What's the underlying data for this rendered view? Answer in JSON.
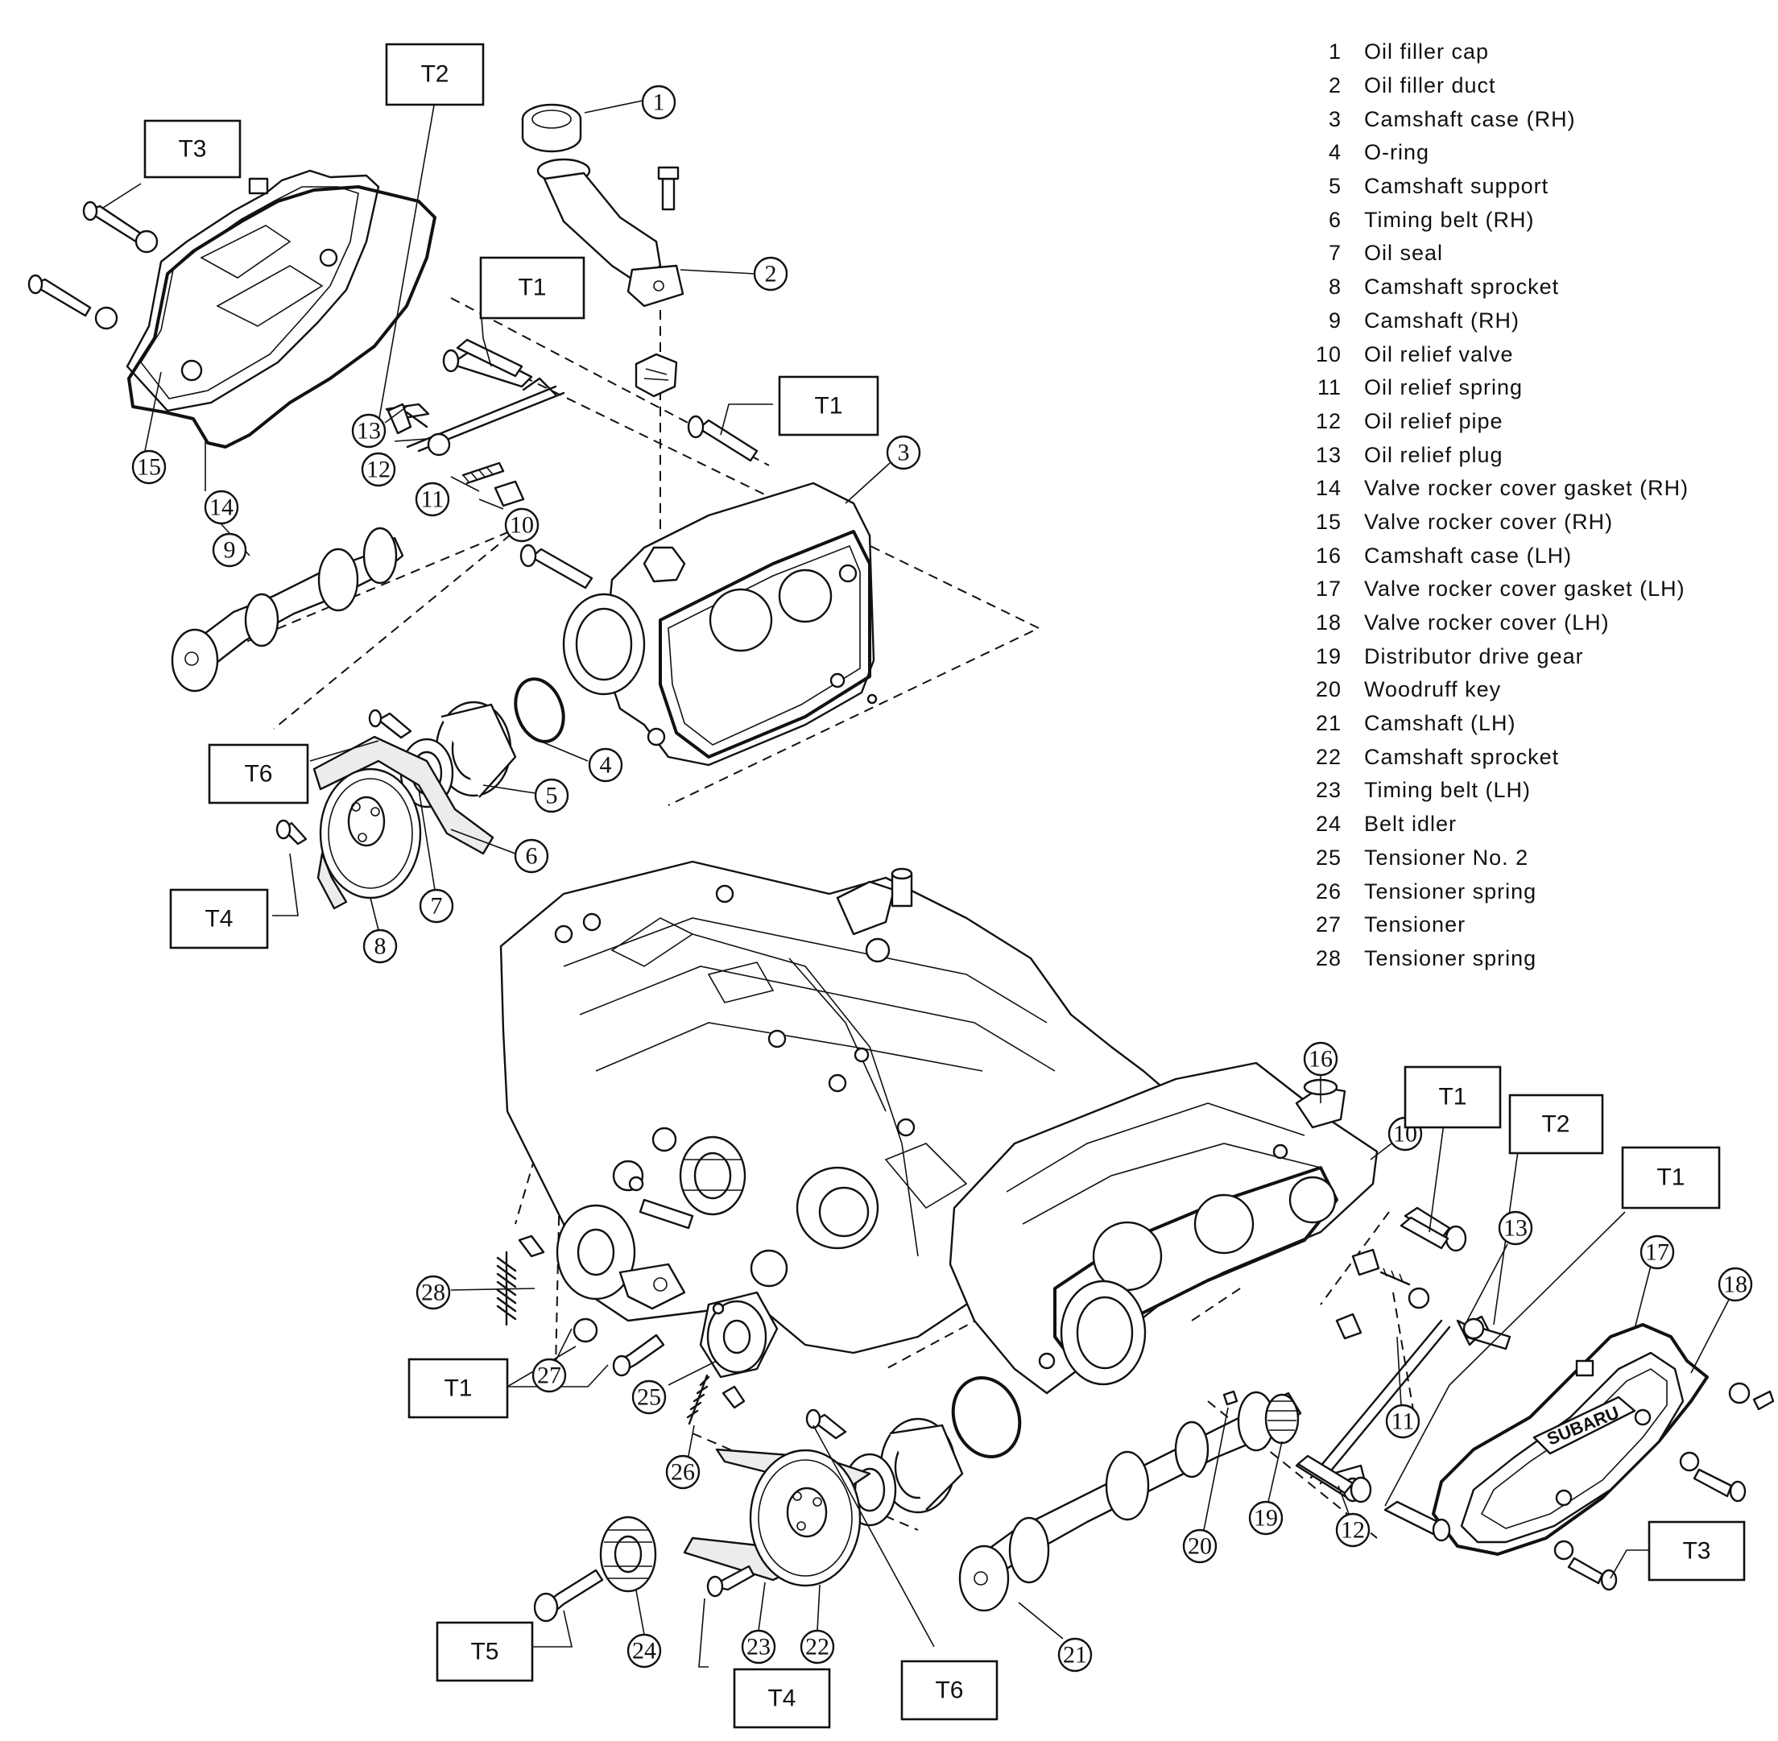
{
  "legend": [
    {
      "num": "1",
      "name": "Oil filler cap"
    },
    {
      "num": "2",
      "name": "Oil filler duct"
    },
    {
      "num": "3",
      "name": "Camshaft case (RH)"
    },
    {
      "num": "4",
      "name": "O-ring"
    },
    {
      "num": "5",
      "name": "Camshaft support"
    },
    {
      "num": "6",
      "name": "Timing belt (RH)"
    },
    {
      "num": "7",
      "name": "Oil seal"
    },
    {
      "num": "8",
      "name": "Camshaft sprocket"
    },
    {
      "num": "9",
      "name": "Camshaft (RH)"
    },
    {
      "num": "10",
      "name": "Oil relief valve"
    },
    {
      "num": "11",
      "name": "Oil relief spring"
    },
    {
      "num": "12",
      "name": "Oil relief pipe"
    },
    {
      "num": "13",
      "name": "Oil relief plug"
    },
    {
      "num": "14",
      "name": "Valve rocker cover gasket (RH)"
    },
    {
      "num": "15",
      "name": "Valve rocker cover (RH)"
    },
    {
      "num": "16",
      "name": "Camshaft case (LH)"
    },
    {
      "num": "17",
      "name": "Valve rocker cover gasket (LH)"
    },
    {
      "num": "18",
      "name": "Valve rocker cover (LH)"
    },
    {
      "num": "19",
      "name": "Distributor drive gear"
    },
    {
      "num": "20",
      "name": "Woodruff key"
    },
    {
      "num": "21",
      "name": "Camshaft (LH)"
    },
    {
      "num": "22",
      "name": "Camshaft sprocket"
    },
    {
      "num": "23",
      "name": "Timing belt (LH)"
    },
    {
      "num": "24",
      "name": "Belt idler"
    },
    {
      "num": "25",
      "name": "Tensioner No. 2"
    },
    {
      "num": "26",
      "name": "Tensioner spring"
    },
    {
      "num": "27",
      "name": "Tensioner"
    },
    {
      "num": "28",
      "name": "Tensioner spring"
    }
  ],
  "callouts": {
    "c1": "1",
    "c2": "2",
    "c3": "3",
    "c4": "4",
    "c5": "5",
    "c6": "6",
    "c7": "7",
    "c8": "8",
    "c9": "9",
    "c10a": "10",
    "c11a": "11",
    "c12a": "12",
    "c13a": "13",
    "c14": "14",
    "c15": "15",
    "c16": "16",
    "c10b": "10",
    "c13b": "13",
    "c17": "17",
    "c18": "18",
    "c28": "28",
    "c27": "27",
    "c25": "25",
    "c26": "26",
    "c12b": "12",
    "c11b": "11",
    "c20": "20",
    "c19": "19",
    "c24": "24",
    "c23": "23",
    "c22": "22",
    "c21": "21"
  },
  "torque_boxes": {
    "t2_top": "T2",
    "t3_top": "T3",
    "t1_top": "T1",
    "t1_mid": "T1",
    "t6_left": "T6",
    "t4_left": "T4",
    "t1_right": "T1",
    "t2_right": "T2",
    "t1_right2": "T1",
    "t1_lower": "T1",
    "t3_right": "T3",
    "t5": "T5",
    "t4_bottom": "T4",
    "t6_bottom": "T6"
  },
  "cover_logo": "SUBARU"
}
